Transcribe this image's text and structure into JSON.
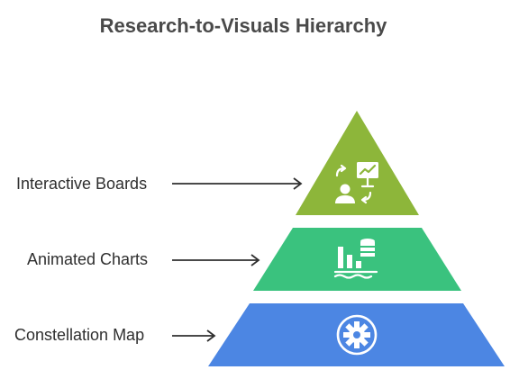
{
  "title": "Research-to-Visuals Hierarchy",
  "levels": [
    {
      "label": "Interactive Boards",
      "color": "#8db63a",
      "icon": "interactive-board-icon"
    },
    {
      "label": "Animated Charts",
      "color": "#3ac27e",
      "icon": "animated-chart-icon"
    },
    {
      "label": "Constellation Map",
      "color": "#4c86e3",
      "icon": "constellation-gear-icon"
    }
  ],
  "colors": {
    "title": "#4a4a4a",
    "label": "#2f2f2f",
    "arrow": "#2f2f2f",
    "icon": "#ffffff"
  }
}
